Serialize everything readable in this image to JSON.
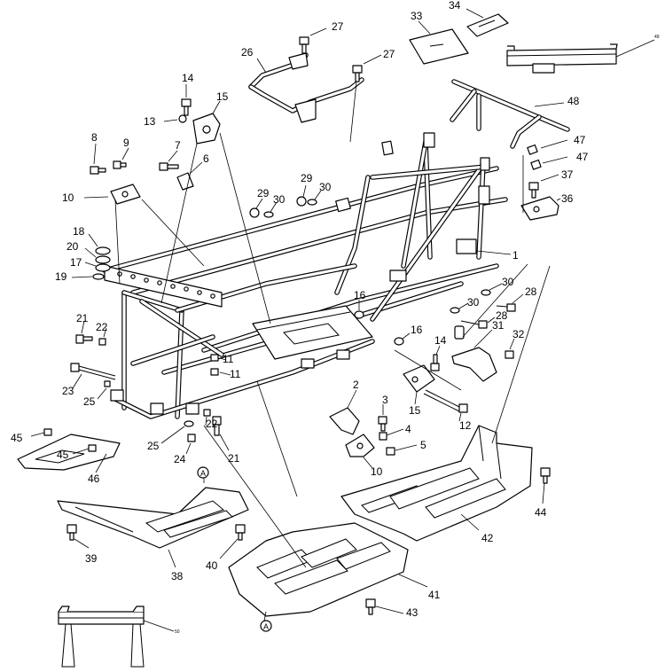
{
  "callouts": [
    {
      "id": "c1",
      "text": "1"
    },
    {
      "id": "c2",
      "text": "2"
    },
    {
      "id": "c3",
      "text": "3"
    },
    {
      "id": "c4",
      "text": "4"
    },
    {
      "id": "c5",
      "text": "5"
    },
    {
      "id": "c6",
      "text": "6"
    },
    {
      "id": "c7",
      "text": "7"
    },
    {
      "id": "c8",
      "text": "8"
    },
    {
      "id": "c9",
      "text": "9"
    },
    {
      "id": "c10a",
      "text": "10"
    },
    {
      "id": "c10b",
      "text": "10"
    },
    {
      "id": "c11a",
      "text": "11"
    },
    {
      "id": "c11b",
      "text": "11"
    },
    {
      "id": "c12",
      "text": "12"
    },
    {
      "id": "c13",
      "text": "13"
    },
    {
      "id": "c14a",
      "text": "14"
    },
    {
      "id": "c14b",
      "text": "14"
    },
    {
      "id": "c15a",
      "text": "15"
    },
    {
      "id": "c15b",
      "text": "15"
    },
    {
      "id": "c16a",
      "text": "16"
    },
    {
      "id": "c16b",
      "text": "16"
    },
    {
      "id": "c17",
      "text": "17"
    },
    {
      "id": "c18",
      "text": "18"
    },
    {
      "id": "c19",
      "text": "19"
    },
    {
      "id": "c20",
      "text": "20"
    },
    {
      "id": "c21a",
      "text": "21"
    },
    {
      "id": "c21b",
      "text": "21"
    },
    {
      "id": "c22a",
      "text": "22"
    },
    {
      "id": "c22b",
      "text": "22"
    },
    {
      "id": "c23",
      "text": "23"
    },
    {
      "id": "c24",
      "text": "24"
    },
    {
      "id": "c25a",
      "text": "25"
    },
    {
      "id": "c25b",
      "text": "25"
    },
    {
      "id": "c26",
      "text": "26"
    },
    {
      "id": "c27a",
      "text": "27"
    },
    {
      "id": "c27b",
      "text": "27"
    },
    {
      "id": "c28a",
      "text": "28"
    },
    {
      "id": "c28b",
      "text": "28"
    },
    {
      "id": "c29a",
      "text": "29"
    },
    {
      "id": "c29b",
      "text": "29"
    },
    {
      "id": "c30a",
      "text": "30"
    },
    {
      "id": "c30b",
      "text": "30"
    },
    {
      "id": "c30c",
      "text": "30"
    },
    {
      "id": "c30d",
      "text": "30"
    },
    {
      "id": "c31",
      "text": "31"
    },
    {
      "id": "c32",
      "text": "32"
    },
    {
      "id": "c33",
      "text": "33"
    },
    {
      "id": "c34",
      "text": "34"
    },
    {
      "id": "c36",
      "text": "36"
    },
    {
      "id": "c37",
      "text": "37"
    },
    {
      "id": "c38",
      "text": "38"
    },
    {
      "id": "c39",
      "text": "39"
    },
    {
      "id": "c40",
      "text": "40"
    },
    {
      "id": "c41",
      "text": "41"
    },
    {
      "id": "c42",
      "text": "42"
    },
    {
      "id": "c43",
      "text": "43"
    },
    {
      "id": "c44",
      "text": "44"
    },
    {
      "id": "c45a",
      "text": "45"
    },
    {
      "id": "c45b",
      "text": "45"
    },
    {
      "id": "c46",
      "text": "46"
    },
    {
      "id": "c47a",
      "text": "47"
    },
    {
      "id": "c47b",
      "text": "47"
    },
    {
      "id": "c48",
      "text": "48"
    }
  ],
  "markers": [
    {
      "id": "a-top",
      "text": "A"
    },
    {
      "id": "a-bottom",
      "text": "A"
    }
  ],
  "inset_tags": {
    "top_right": "49",
    "bottom_left": "50"
  }
}
